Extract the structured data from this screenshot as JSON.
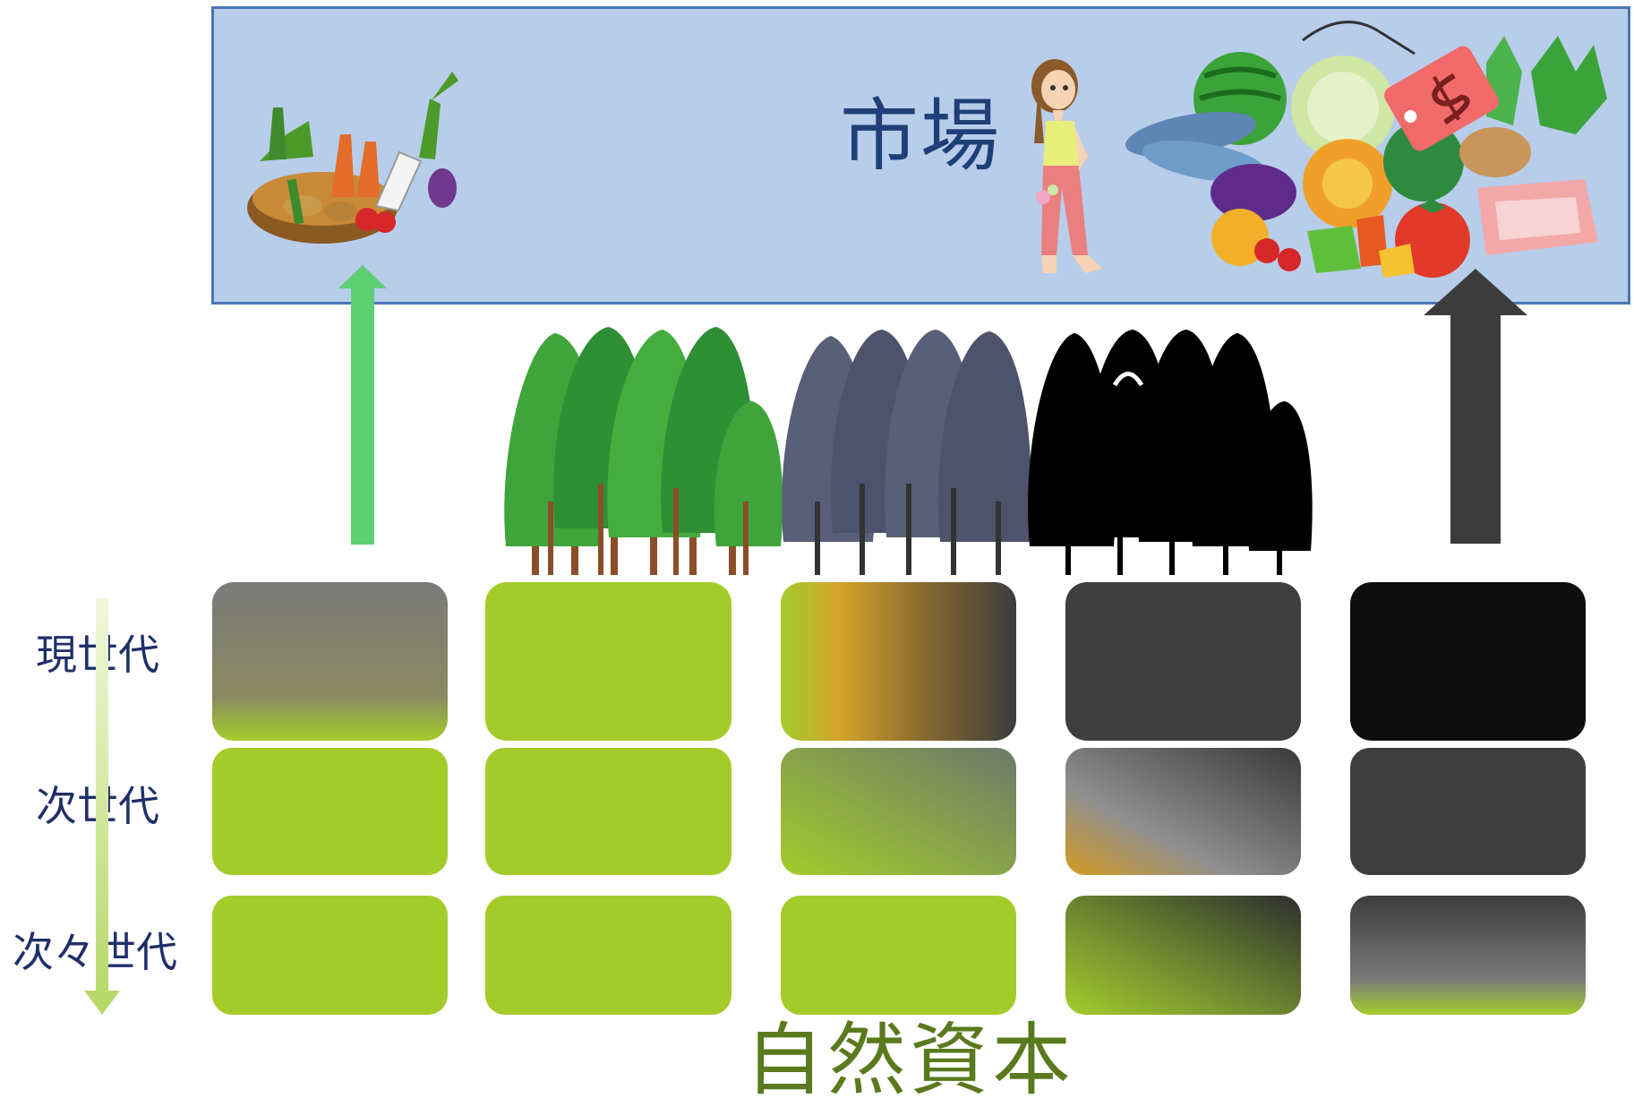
{
  "market": {
    "title": "市場"
  },
  "generations": [
    "現世代",
    "次世代",
    "次々世代"
  ],
  "footer": {
    "label": "自然資本"
  },
  "colors": {
    "green": "#a3cc2b",
    "market_bg": "#b7cdea",
    "market_border": "#4a76b5",
    "gray_dark": "#3e3e3e",
    "black": "#0e0e0e"
  },
  "icons": {
    "left": "vegetable-basket-icon",
    "person": "woman-shopper-icon",
    "right": "food-pile-price-tag-icon",
    "forests": [
      "green-forest-icon",
      "gray-forest-icon",
      "black-forest-icon"
    ],
    "arrows": [
      "green-up-arrow-icon",
      "dark-up-arrow-icon"
    ]
  }
}
